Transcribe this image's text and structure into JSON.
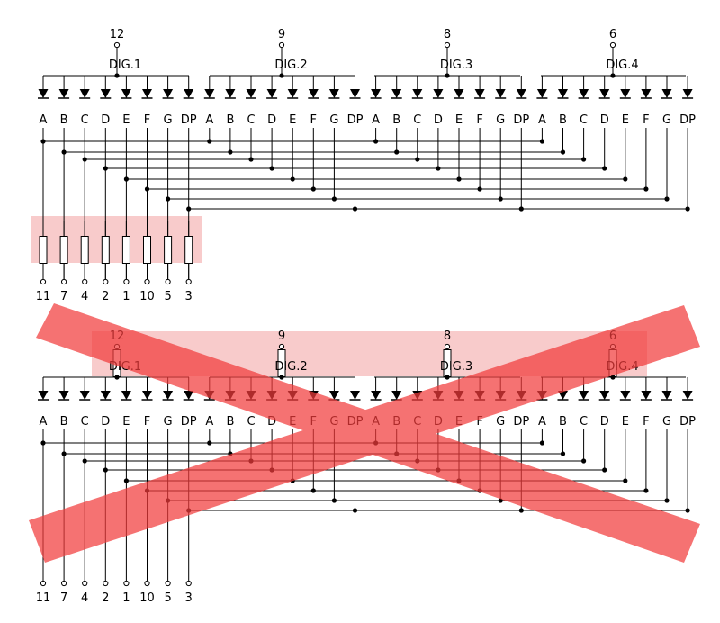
{
  "diagrams": [
    {
      "digit_labels": [
        "DIG.1",
        "DIG.2",
        "DIG.3",
        "DIG.4"
      ],
      "common_pins": [
        "12",
        "9",
        "8",
        "6"
      ],
      "segment_labels": [
        "A",
        "B",
        "C",
        "D",
        "E",
        "F",
        "G",
        "DP"
      ],
      "segment_pins": [
        "11",
        "7",
        "4",
        "2",
        "1",
        "10",
        "5",
        "3"
      ],
      "resistors_on": "segments",
      "crossed_out": false
    },
    {
      "digit_labels": [
        "DIG.1",
        "DIG.2",
        "DIG.3",
        "DIG.4"
      ],
      "common_pins": [
        "12",
        "9",
        "8",
        "6"
      ],
      "segment_labels": [
        "A",
        "B",
        "C",
        "D",
        "E",
        "F",
        "G",
        "DP"
      ],
      "segment_pins": [
        "11",
        "7",
        "4",
        "2",
        "1",
        "10",
        "5",
        "3"
      ],
      "resistors_on": "digits",
      "crossed_out": true
    }
  ],
  "colors": {
    "line": "#000000",
    "highlight": "#f2a0a0",
    "cross": "#f23c3c",
    "highlighted_diode": "#a00000"
  }
}
